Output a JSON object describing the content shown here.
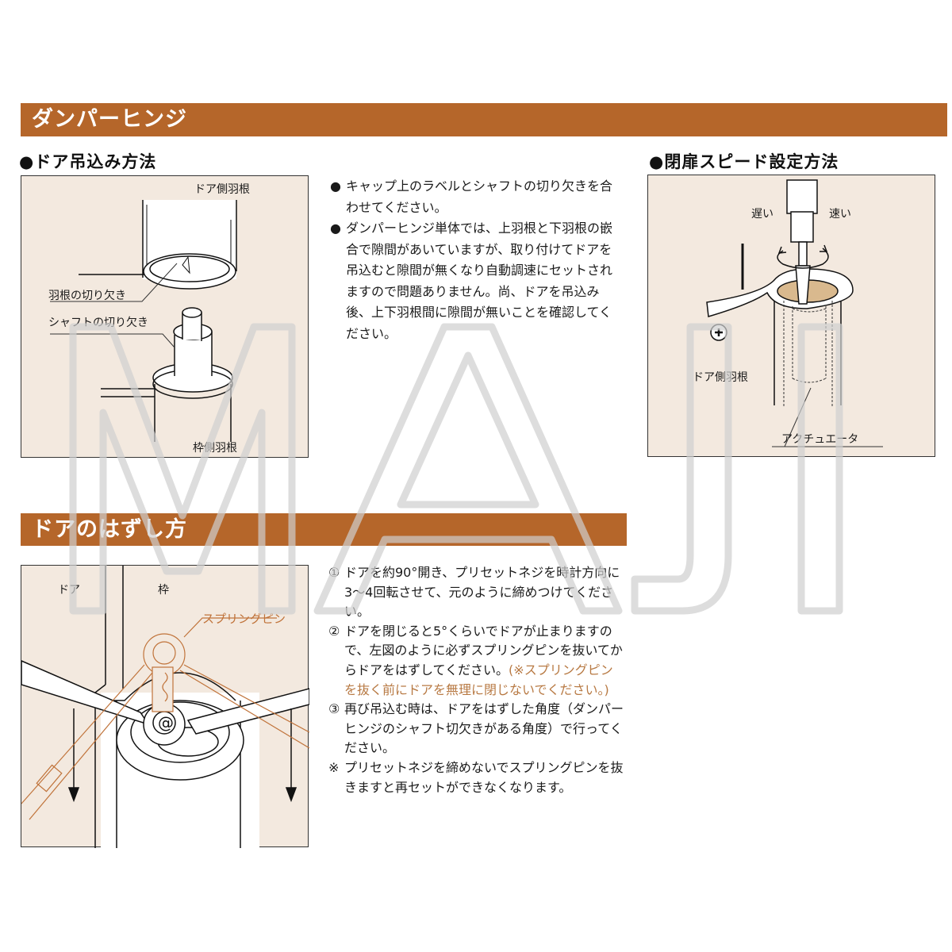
{
  "sections": {
    "damper_hinge": {
      "title": "ダンパーヒンジ",
      "door_hanging": {
        "heading": "●ドア吊込み方法",
        "diagram_labels": {
          "door_side_leaf": "ドア側羽根",
          "leaf_notch": "羽根の切り欠き",
          "shaft_notch": "シャフトの切り欠き",
          "frame_side_leaf": "枠側羽根"
        },
        "instructions": [
          {
            "mark": "●",
            "text": "キャップ上のラベルとシャフトの切り欠きを合わせてください。"
          },
          {
            "mark": "●",
            "text": "ダンパーヒンジ単体では、上羽根と下羽根の嵌合で隙間があいていますが、取り付けてドアを吊込むと隙間が無くなり自動調速にセットされますので問題ありません。尚、ドアを吊込み後、上下羽根間に隙間が無いことを確認してください。"
          }
        ]
      },
      "closing_speed": {
        "heading": "●閉扉スピード設定方法",
        "diagram_labels": {
          "slow": "遅い",
          "fast": "速い",
          "door_side_leaf": "ドア側羽根",
          "actuator": "アクチュエータ"
        }
      }
    },
    "door_removal": {
      "title": "ドアのはずし方",
      "diagram_labels": {
        "door": "ドア",
        "frame": "枠",
        "spring_pin": "スプリングピン"
      },
      "steps": [
        {
          "mark": "①",
          "text": "ドアを約90°開き、プリセットネジを時計方向に3〜4回転させて、元のように締めつけてください。",
          "note": ""
        },
        {
          "mark": "②",
          "text": "ドアを閉じると5°くらいでドアが止まりますので、左図のように必ずスプリングピンを抜いてからドアをはずしてください。",
          "note": "(※スプリングピンを抜く前にドアを無理に閉じないでください。)"
        },
        {
          "mark": "③",
          "text": "再び吊込む時は、ドアをはずした角度（ダンパーヒンジのシャフト切欠きがある角度）で行ってください。",
          "note": ""
        },
        {
          "mark": "※",
          "text": "プリセットネジを締めないでスプリングピンを抜きますと再セットができなくなります。",
          "note": ""
        }
      ]
    }
  },
  "watermark": "MAJI",
  "colors": {
    "section_bar": "#b5662a",
    "diagram_bg": "#f3e9df",
    "accent_text": "#b87a44",
    "actuator_fill": "#d9b98e"
  }
}
